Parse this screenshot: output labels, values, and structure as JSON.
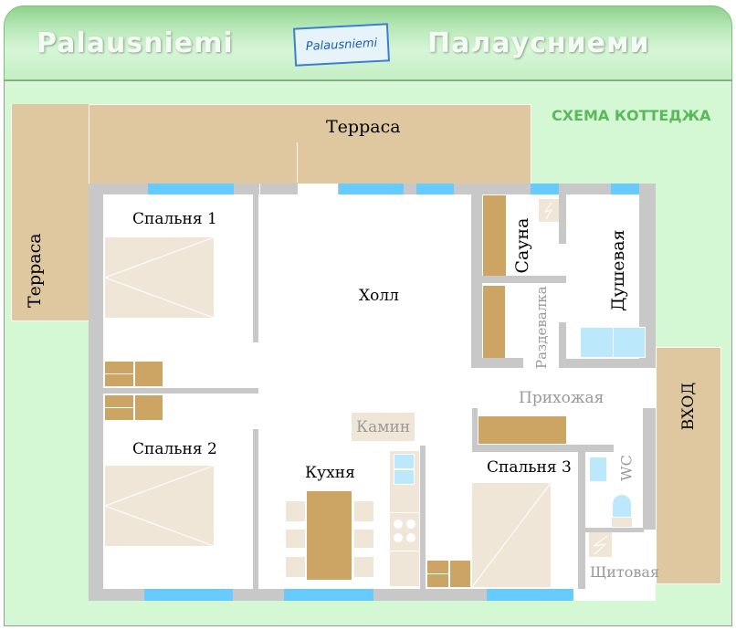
{
  "header": {
    "title_latin": "Palausniemi",
    "logo_text": "Palausniemi",
    "title_cyrillic": "Палаусниеми"
  },
  "plan_title": "СХЕМА КОТТЕДЖА",
  "rooms": {
    "terrace_top": "Терраса",
    "terrace_left": "Терраса",
    "bedroom1": "Спальня 1",
    "bedroom2": "Спальня 2",
    "bedroom3": "Спальня 3",
    "hall": "Холл",
    "sauna": "Сауна",
    "shower": "Душевая",
    "changing_room": "Раздевалка",
    "hallway": "Прихожая",
    "fireplace": "Камин",
    "kitchen": "Кухня",
    "wc": "WC",
    "switchboard": "Щитовая",
    "entrance": "ВХОД"
  },
  "colors": {
    "terrace": "#dfc8a0",
    "wall": "#c8c8c8",
    "window": "#66ccff",
    "furniture": "#cca464",
    "title": "#5cb85c"
  }
}
